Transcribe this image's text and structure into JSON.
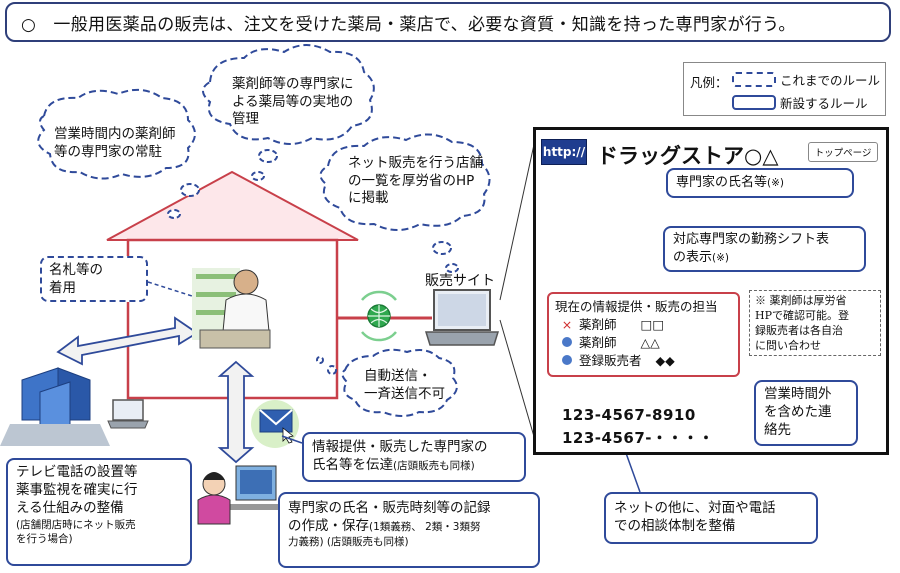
{
  "header": {
    "text": "○　一般用医薬品の販売は、注文を受けた薬局・薬店で、必要な資質・知識を持った専門家が行う。"
  },
  "legend": {
    "label": "凡例：",
    "existing": "これまでのルール",
    "new": "新設するルール"
  },
  "clouds": {
    "on_site": [
      "薬剤師等の専門家に",
      "よる薬局等の実地の",
      "管理"
    ],
    "resident": [
      "営業時間内の薬剤師",
      "等の専門家の常駐"
    ],
    "listing": [
      "ネット販売を行う店舗",
      "の一覧を厚労省のHP",
      "に掲載"
    ],
    "auto": [
      "自動送信・",
      "一斉送信不可"
    ]
  },
  "name_tag": [
    "名札等の",
    "着用"
  ],
  "sales_site_label": "販売サイト",
  "website": {
    "http": "http://",
    "title": "ドラッグストア○△",
    "top_page": "トップページ",
    "expert_name": "専門家の氏名等",
    "expert_name_note": "(※)",
    "shift_callout": [
      "対応専門家の勤務シフト表",
      "の表示"
    ],
    "shift_callout_note": "(※)",
    "shift_panel": {
      "title": "現在の情報提供・販売の担当",
      "rows": [
        {
          "mark": "×",
          "role": "薬剤師",
          "name": "□□"
        },
        {
          "mark": "dot",
          "role": "薬剤師",
          "name": "△△"
        },
        {
          "mark": "dot",
          "role": "登録販売者",
          "name": "◆◆"
        }
      ]
    },
    "note": [
      "※ 薬剤師は厚労省",
      "HPで確認可能。登",
      "録販売者は各自治",
      "に問い合わせ"
    ],
    "phone1": "123-4567-8910",
    "phone2": "123-4567-・・・・",
    "after_hours": [
      "営業時間外",
      "を含めた連",
      "絡先"
    ]
  },
  "info_notice": {
    "main": [
      "情報提供・販売した専門家の",
      "氏名等を伝達"
    ],
    "sub": "(店頭販売も同様)"
  },
  "records": {
    "line1": "専門家の氏名・販売時刻等の記録",
    "line2": "の作成・保存",
    "line2_sub": "(1類義務、 2類・3類努",
    "line3_sub": "力義務) (店頭販売も同様)"
  },
  "tv_phone": {
    "main": [
      "テレビ電話の設置等",
      "薬事監視を確実に行",
      "える仕組みの整備"
    ],
    "sub": [
      "(店舗閉店時にネット販売",
      "を行う場合)"
    ]
  },
  "consult": [
    "ネットの他に、対面や電話",
    "での相談体制を整備"
  ],
  "colors": {
    "navy": "#2f4a9a",
    "house_red": "#c8404a",
    "house_fill": "#fde7ea",
    "arrow_fill": "#f2f2f2"
  }
}
